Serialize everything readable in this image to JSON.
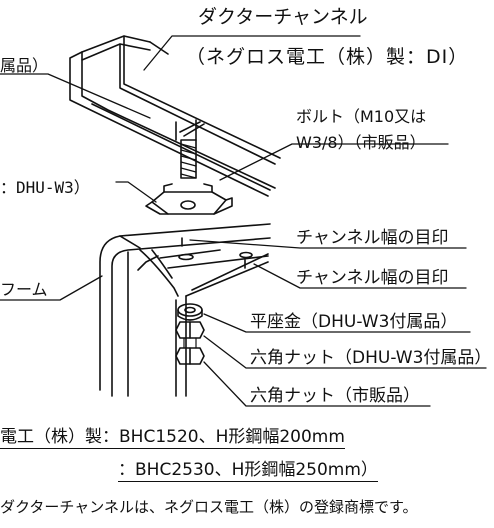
{
  "labels": {
    "duct_channel": "ダクターチャンネル",
    "negurosu_di": "（ネグロス電工（株）製：DI）",
    "attached_part": "属品）",
    "bolt_line1": "ボルト（M10又は",
    "bolt_line2": "W3/8）（市販品）",
    "dhu_w3": "：DHU-W3）",
    "channel_mark_1": "チャンネル幅の目印",
    "channel_mark_2": "チャンネル幅の目印",
    "frame": "フーム",
    "flat_washer": "平座金（DHU-W3付属品）",
    "hex_nut_attached": "六角ナット（DHU-W3付属品）",
    "hex_nut_market": "六角ナット（市販品）",
    "bhc1520": "電工（株）製：BHC1520、H形鋼幅200mm",
    "bhc2530": "：BHC2530、H形鋼幅250mm）",
    "trademark_note": "ダクターチャンネルは、ネグロス電工（株）の登録商標です。"
  },
  "colors": {
    "line": "#111111",
    "background": "#ffffff"
  }
}
